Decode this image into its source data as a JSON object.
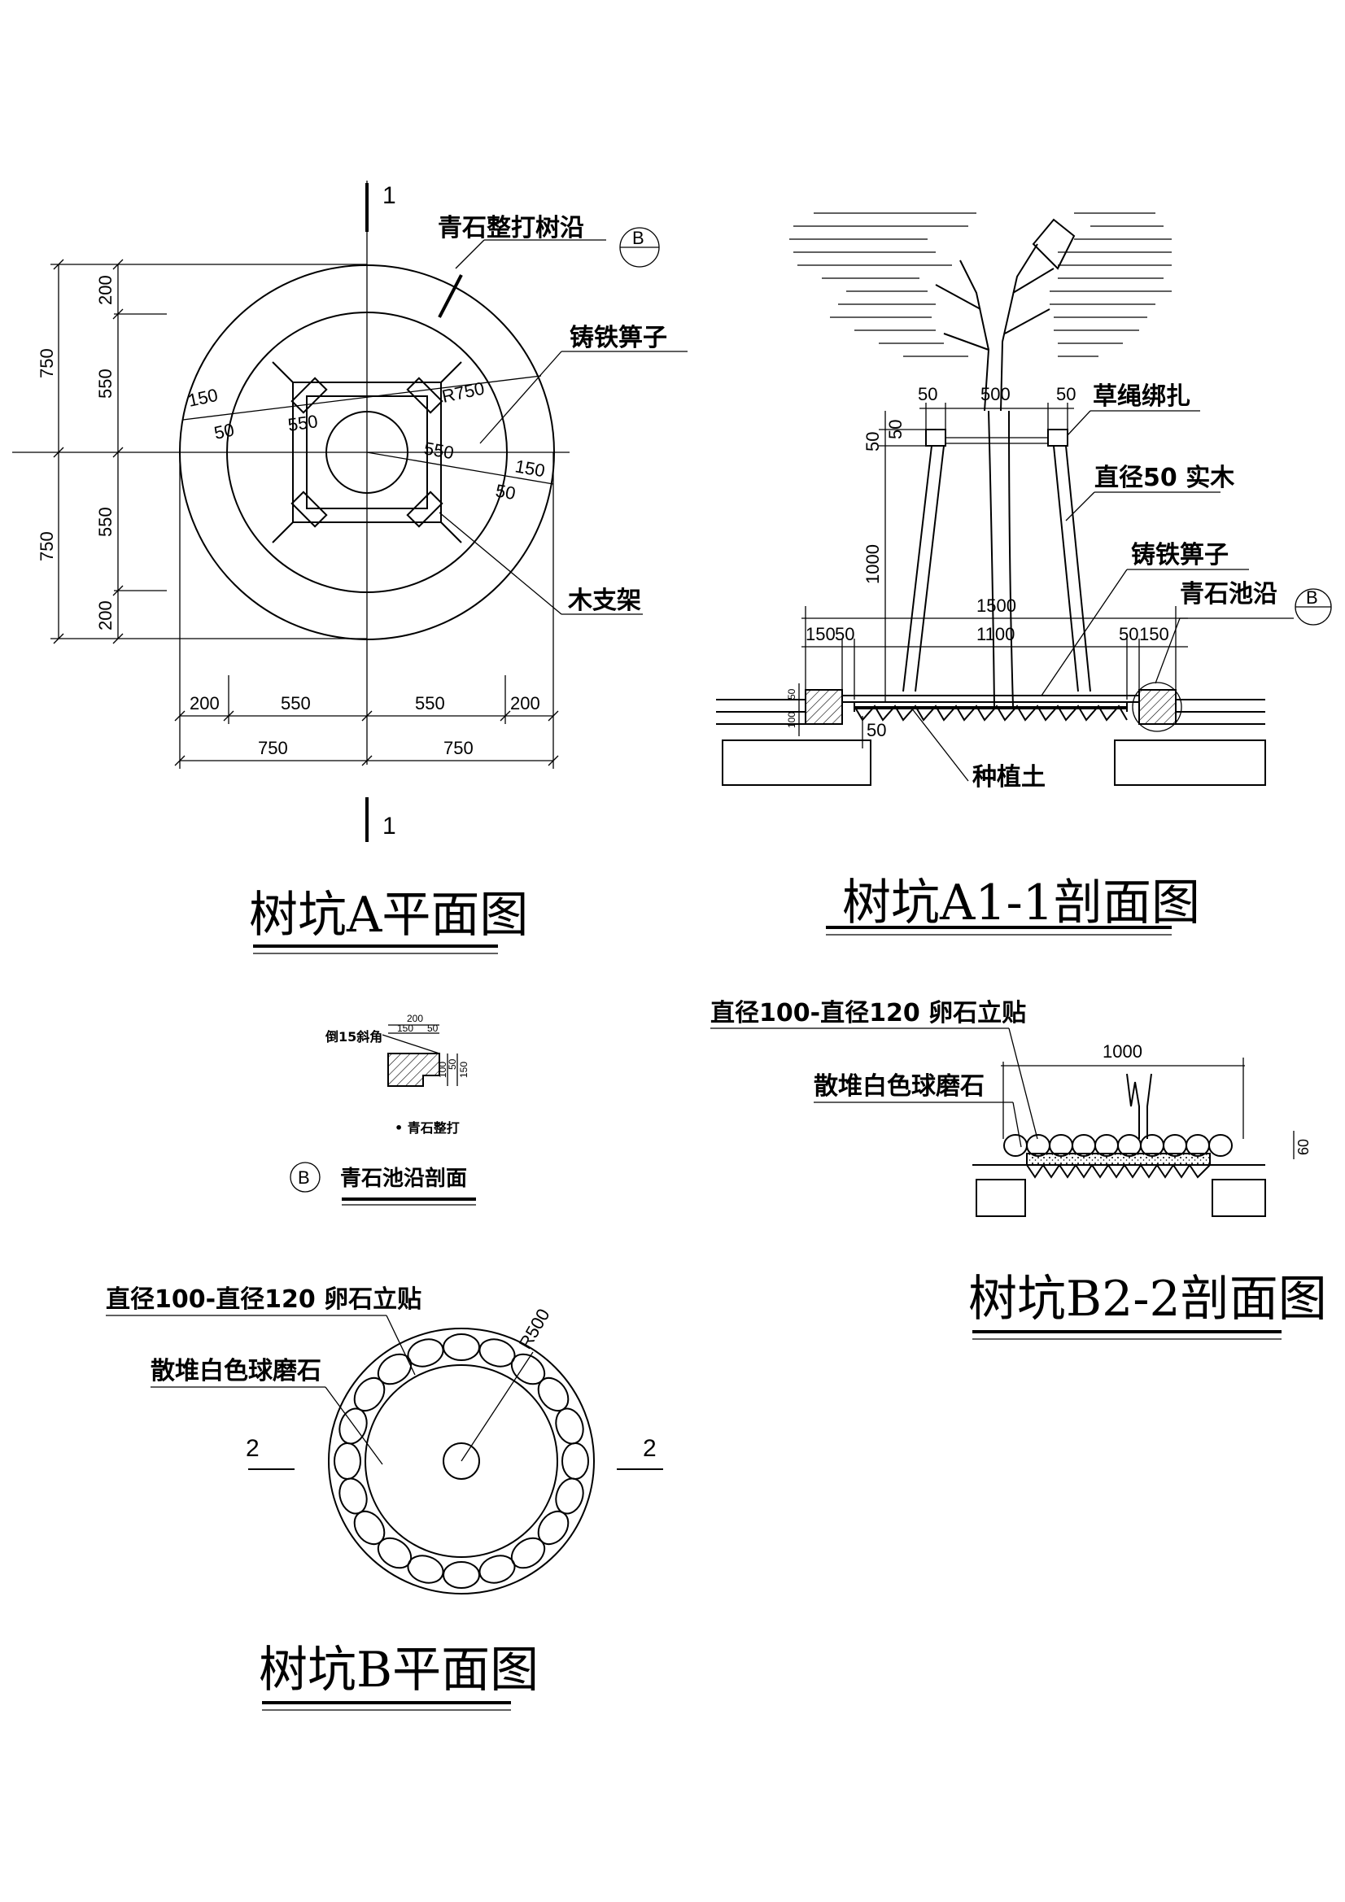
{
  "titles": {
    "plan_a": "树坑A平面图",
    "section_a": "树坑A1-1剖面图",
    "section_b": "树坑B2-2剖面图",
    "plan_b": "树坑B平面图",
    "edge_section": "青石池沿剖面"
  },
  "plan_a": {
    "labels": {
      "edge": "青石整打树沿",
      "grate": "铸铁箅子",
      "frame": "木支架"
    },
    "cut_marks": [
      "1",
      "1"
    ],
    "ref_marker": {
      "letter": "B",
      "sub": "—"
    },
    "dims_left": [
      "200",
      "550",
      "550",
      "200"
    ],
    "dims_left_total": [
      "750",
      "750"
    ],
    "dims_bottom": [
      "200",
      "550",
      "550",
      "200"
    ],
    "dims_bottom_total": [
      "750",
      "750"
    ],
    "inner": [
      "150",
      "50",
      "550",
      "R750",
      "550",
      "150",
      "50"
    ]
  },
  "section_a": {
    "labels": {
      "rope": "草绳绑扎",
      "wood": "直径50 实木",
      "grate": "铸铁箅子",
      "edge": "青石池沿",
      "soil": "种植土"
    },
    "ref_marker": {
      "letter": "B",
      "sub": "—"
    },
    "dims": {
      "top": [
        "50",
        "500",
        "50"
      ],
      "left": [
        "50",
        "50",
        "1000"
      ],
      "total": "1500",
      "sub": [
        "150",
        "50",
        "1100",
        "50",
        "150"
      ],
      "base": [
        "100",
        "50",
        "50"
      ]
    }
  },
  "edge_section": {
    "chamfer": "倒15斜角",
    "material": "• 青石整打",
    "marker": "B",
    "dims": [
      "200",
      "150",
      "50",
      "100",
      "50",
      "150"
    ]
  },
  "section_b": {
    "labels": {
      "pebble": "直径100-直径120 卵石立贴",
      "stone": "散堆白色球磨石"
    },
    "dims": [
      "1000",
      "60"
    ]
  },
  "plan_b": {
    "labels": {
      "pebble": "直径100-直径120 卵石立贴",
      "stone": "散堆白色球磨石"
    },
    "radius": "R500",
    "cut_marks": [
      "2",
      "2"
    ]
  }
}
